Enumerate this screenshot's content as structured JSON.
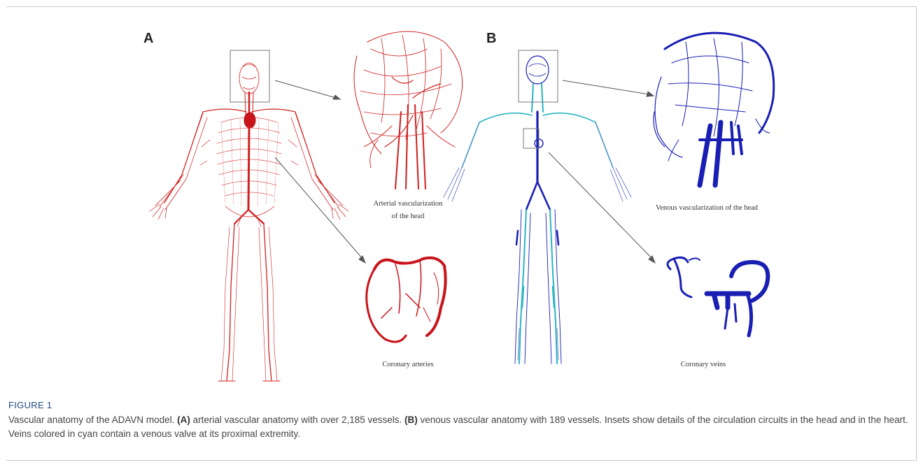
{
  "figure": {
    "panel_a_letter": "A",
    "panel_b_letter": "B",
    "label_arterial_head_line1": "Arterial vascularization",
    "label_arterial_head_line2": "of the head",
    "label_coronary_arteries": "Coronary arteries",
    "label_venous_head": "Venous vascularization of the head",
    "label_coronary_vein": "Coronary veins",
    "colors": {
      "artery": "#d11f1f",
      "vein": "#1a1fb4",
      "vein_valve": "#2bb5c2",
      "arrow": "#555555"
    }
  },
  "caption": {
    "label": "FIGURE 1",
    "part1": "Vascular anatomy of the ADAVN model. ",
    "a_marker": "(A)",
    "part2": " arterial vascular anatomy with over 2,185 vessels. ",
    "b_marker": "(B)",
    "part3": " venous vascular anatomy with 189 vessels. Insets show details of the circulation circuits in the head and in the heart. Veins colored in cyan contain a venous valve at its proximal extremity."
  }
}
